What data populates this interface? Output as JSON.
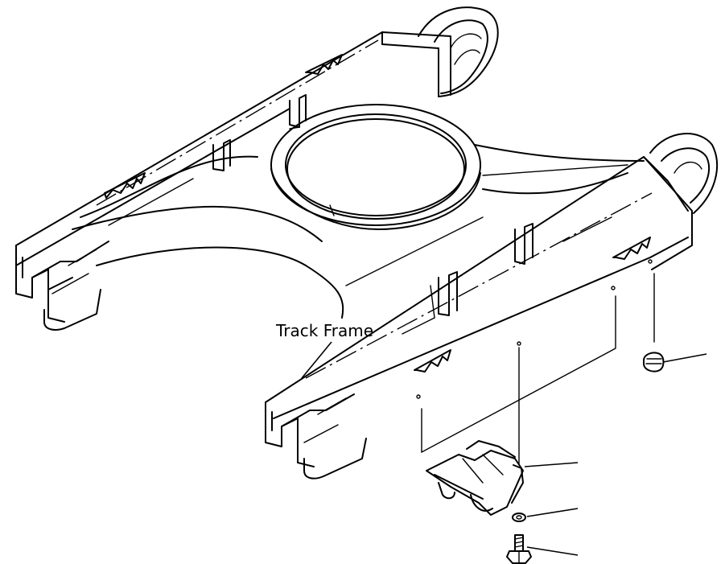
{
  "diagram": {
    "label": "Track Frame",
    "parts": [
      "track-frame",
      "grease-fitting",
      "bracket",
      "lock-washer",
      "bolt"
    ]
  }
}
